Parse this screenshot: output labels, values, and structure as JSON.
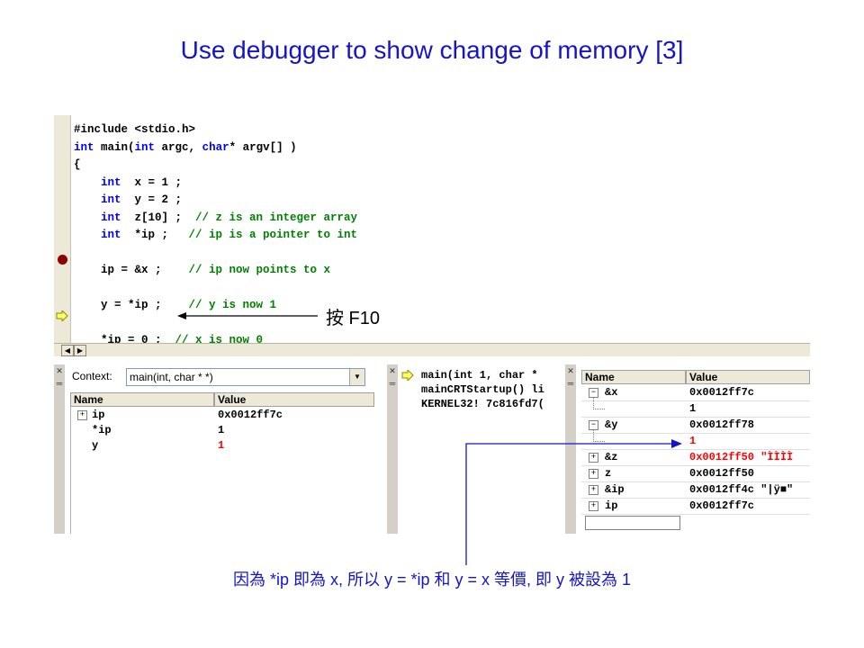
{
  "slide": {
    "title": "Use debugger to show change of memory   [3]"
  },
  "editor": {
    "lines": [
      {
        "segments": [
          {
            "t": "#include <stdio.h>",
            "c": "plain"
          }
        ]
      },
      {
        "segments": [
          {
            "t": "int",
            "c": "kw"
          },
          {
            "t": " main(",
            "c": "plain"
          },
          {
            "t": "int",
            "c": "kw"
          },
          {
            "t": " argc, ",
            "c": "plain"
          },
          {
            "t": "char",
            "c": "kw"
          },
          {
            "t": "* argv[] )",
            "c": "plain"
          }
        ]
      },
      {
        "segments": [
          {
            "t": "{",
            "c": "plain"
          }
        ]
      },
      {
        "segments": [
          {
            "t": "    int",
            "c": "kw"
          },
          {
            "t": "  x = 1 ;",
            "c": "plain"
          }
        ]
      },
      {
        "segments": [
          {
            "t": "    int",
            "c": "kw"
          },
          {
            "t": "  y = 2 ;",
            "c": "plain"
          }
        ]
      },
      {
        "segments": [
          {
            "t": "    int",
            "c": "kw"
          },
          {
            "t": "  z[10] ;  ",
            "c": "plain"
          },
          {
            "t": "// z is an integer array",
            "c": "cm"
          }
        ]
      },
      {
        "segments": [
          {
            "t": "    int",
            "c": "kw"
          },
          {
            "t": "  *ip ;   ",
            "c": "plain"
          },
          {
            "t": "// ip is a pointer to int",
            "c": "cm"
          }
        ]
      },
      {
        "segments": [
          {
            "t": "",
            "c": "plain"
          }
        ]
      },
      {
        "segments": [
          {
            "t": "    ip = &x ;    ",
            "c": "plain"
          },
          {
            "t": "// ip now points to x",
            "c": "cm"
          }
        ]
      },
      {
        "segments": [
          {
            "t": "",
            "c": "plain"
          }
        ]
      },
      {
        "segments": [
          {
            "t": "    y = *ip ;    ",
            "c": "plain"
          },
          {
            "t": "// y is now 1",
            "c": "cm"
          }
        ]
      },
      {
        "segments": [
          {
            "t": "",
            "c": "plain"
          }
        ]
      },
      {
        "segments": [
          {
            "t": "    *ip = 0 ;  ",
            "c": "plain"
          },
          {
            "t": "// x is now 0",
            "c": "cm"
          }
        ]
      }
    ]
  },
  "annotation": {
    "press_key": "按 F10"
  },
  "locals_pane": {
    "context_label": "Context:",
    "context_value": "main(int, char * *)",
    "headers": [
      "Name",
      "Value"
    ],
    "rows": [
      {
        "expander": "+",
        "name": "ip",
        "value": "0x0012ff7c",
        "changed": false
      },
      {
        "expander": "",
        "name": "*ip",
        "value": "1",
        "changed": false
      },
      {
        "expander": "",
        "name": "y",
        "value": "1",
        "changed": true
      }
    ]
  },
  "callstack_pane": {
    "frames": [
      "main(int 1, char *",
      "mainCRTStartup() li",
      "KERNEL32! 7c816fd7("
    ]
  },
  "watch_pane": {
    "headers": [
      "Name",
      "Value"
    ],
    "rows": [
      {
        "expander": "-",
        "name": "&x",
        "value": "0x0012ff7c",
        "changed": false,
        "child": false
      },
      {
        "expander": "",
        "name": "",
        "value": "1",
        "changed": false,
        "child": true
      },
      {
        "expander": "-",
        "name": "&y",
        "value": "0x0012ff78",
        "changed": false,
        "child": false
      },
      {
        "expander": "",
        "name": "",
        "value": "1",
        "changed": true,
        "child": true
      },
      {
        "expander": "+",
        "name": "&z",
        "value": "0x0012ff50 \"ÌÌÌÌ",
        "changed": true,
        "child": false
      },
      {
        "expander": "+",
        "name": "z",
        "value": "0x0012ff50",
        "changed": false,
        "child": false
      },
      {
        "expander": "+",
        "name": "&ip",
        "value": "0x0012ff4c \"|ÿ■\"",
        "changed": false,
        "child": false
      },
      {
        "expander": "+",
        "name": "ip",
        "value": "0x0012ff7c",
        "changed": false,
        "child": false
      }
    ]
  },
  "caption": "因為 *ip 即為 x, 所以 y = *ip 和 y = x 等價, 即 y 被設為 1",
  "colors": {
    "title": "#1414cc",
    "keyword": "#0000ff",
    "comment": "#008000",
    "changed": "#ff0000",
    "breakpoint": "#8b0000"
  }
}
